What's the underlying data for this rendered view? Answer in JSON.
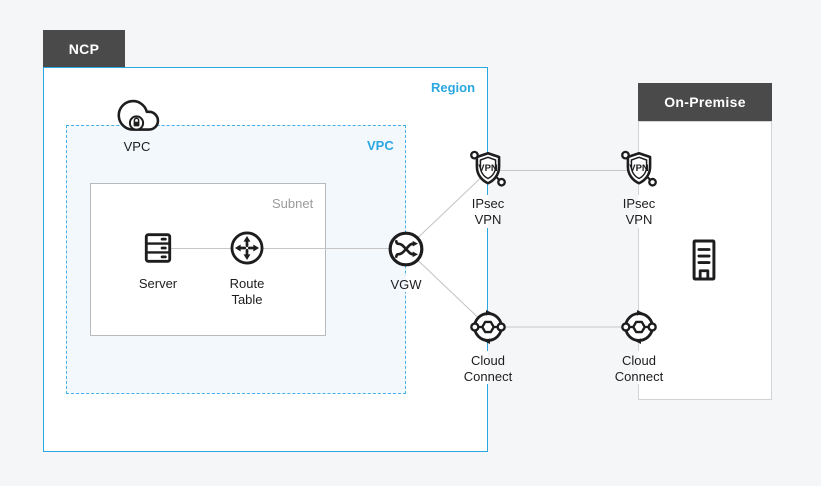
{
  "headers": {
    "ncp": "NCP",
    "on_premise": "On-Premise"
  },
  "containers": {
    "region_label": "Region",
    "vpc_label": "VPC",
    "subnet_label": "Subnet"
  },
  "nodes": {
    "vpc": {
      "label": "VPC"
    },
    "server": {
      "label": "Server"
    },
    "route_table": {
      "label": "Route\nTable"
    },
    "vgw": {
      "label": "VGW"
    },
    "ipsec_vpn_region": {
      "label": "IPsec\nVPN"
    },
    "ipsec_vpn_onprem": {
      "label": "IPsec\nVPN"
    },
    "cloud_connect_region": {
      "label": "Cloud\nConnect"
    },
    "cloud_connect_onprem": {
      "label": "Cloud\nConnect"
    }
  },
  "icons": {
    "vpn_badge": "VPN"
  },
  "colors": {
    "accent_cyan": "#2aa7e0",
    "dashed_cyan": "#45b1e7",
    "header_dark": "#4a4a4a",
    "icon_dark": "#1d1d1f",
    "connection_line": "#c6c6c6",
    "vpc_fill": "#f3f8fc",
    "page_bg": "#f5f6f7"
  }
}
